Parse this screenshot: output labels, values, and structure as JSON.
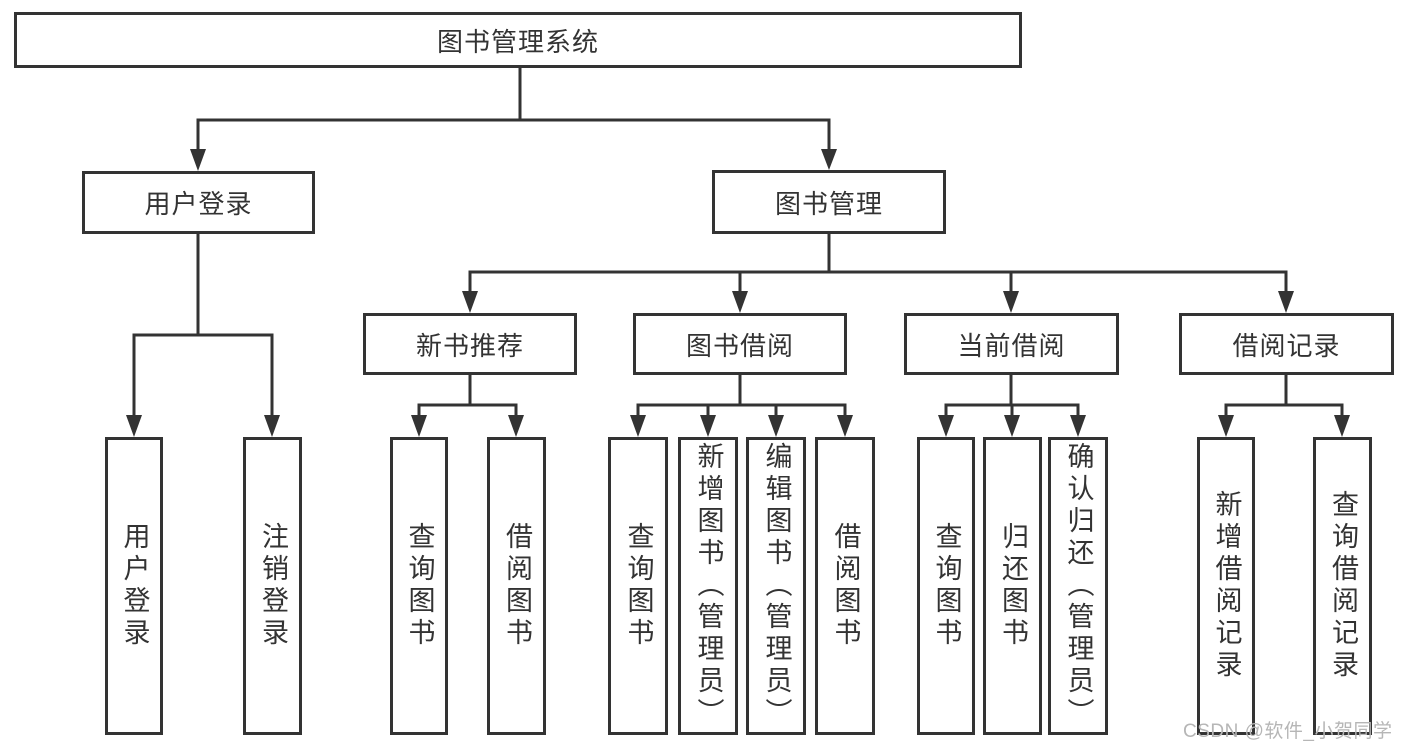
{
  "tree": {
    "root": {
      "label": "图书管理系统",
      "children": [
        {
          "label": "用户登录",
          "children": [
            {
              "label": "用户登录"
            },
            {
              "label": "注销登录"
            }
          ]
        },
        {
          "label": "图书管理",
          "children": [
            {
              "label": "新书推荐",
              "children": [
                {
                  "label": "查询图书"
                },
                {
                  "label": "借阅图书"
                }
              ]
            },
            {
              "label": "图书借阅",
              "children": [
                {
                  "label": "查询图书"
                },
                {
                  "label": "新增图书（管理员）"
                },
                {
                  "label": "编辑图书（管理员）"
                },
                {
                  "label": "借阅图书"
                }
              ]
            },
            {
              "label": "当前借阅",
              "children": [
                {
                  "label": "查询图书"
                },
                {
                  "label": "归还图书"
                },
                {
                  "label": "确认归还（管理员）"
                }
              ]
            },
            {
              "label": "借阅记录",
              "children": [
                {
                  "label": "新增借阅记录"
                },
                {
                  "label": "查询借阅记录"
                }
              ]
            }
          ]
        }
      ]
    }
  },
  "watermark": {
    "text": "CSDN @软件_小贺同学"
  },
  "colors": {
    "line": "#333333",
    "text": "#333333",
    "node_fill": "#ffffff",
    "watermark": "#b6b6b6",
    "background": "#ffffff"
  }
}
